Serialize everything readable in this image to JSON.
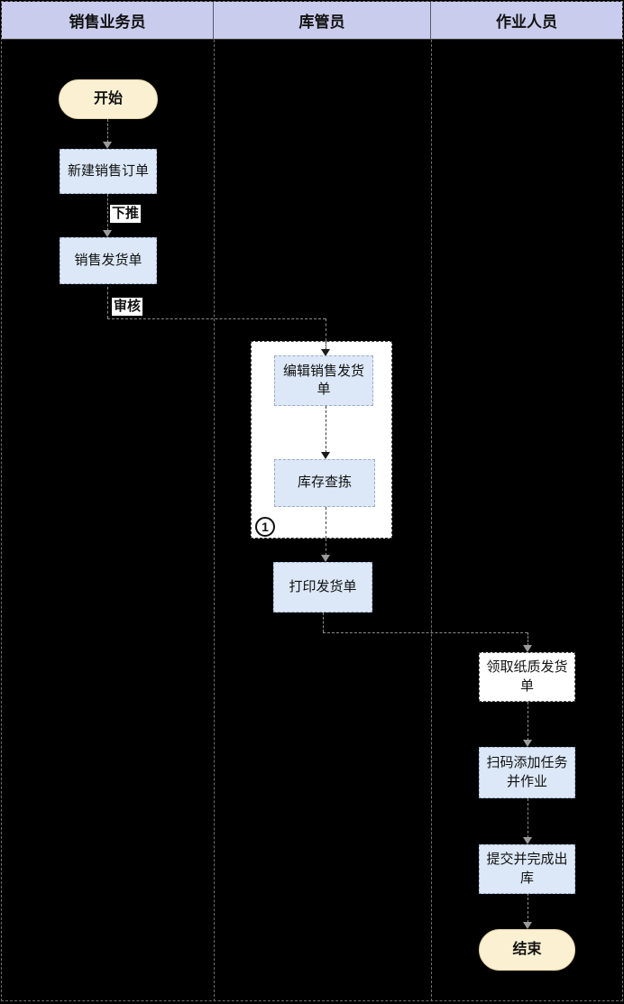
{
  "diagram": {
    "type": "swimlane-flowchart",
    "lanes": [
      {
        "title": "销售业务员"
      },
      {
        "title": "库管员"
      },
      {
        "title": "作业人员"
      }
    ],
    "nodes": {
      "start": "开始",
      "create_order": "新建销售订单",
      "sales_delivery_note": "销售发货单",
      "edit_delivery_note": "编辑销售发货单",
      "inventory_pick": "库存查拣",
      "print_delivery_note": "打印发货单",
      "receive_paper_note": "领取纸质发货单",
      "scan_add_task": "扫码添加任务并作业",
      "submit_complete_outbound": "提交并完成出库",
      "end": "结束"
    },
    "edges": [
      {
        "from": "start",
        "to": "create_order",
        "label": ""
      },
      {
        "from": "create_order",
        "to": "sales_delivery_note",
        "label": "下推"
      },
      {
        "from": "sales_delivery_note",
        "to": "edit_delivery_note",
        "label": "审核"
      },
      {
        "from": "edit_delivery_note",
        "to": "inventory_pick",
        "label": ""
      },
      {
        "from": "inventory_pick",
        "to": "print_delivery_note",
        "label": ""
      },
      {
        "from": "print_delivery_note",
        "to": "receive_paper_note",
        "label": ""
      },
      {
        "from": "receive_paper_note",
        "to": "scan_add_task",
        "label": ""
      },
      {
        "from": "scan_add_task",
        "to": "submit_complete_outbound",
        "label": ""
      },
      {
        "from": "submit_complete_outbound",
        "to": "end",
        "label": ""
      }
    ],
    "annotation": {
      "circled_number": "1"
    },
    "colors": {
      "lane_header_fill": "#c9cced",
      "process_fill": "#dce8f8",
      "terminator_fill": "#fbf1d2",
      "container_fill": "#ffffff",
      "background": "#000000"
    }
  }
}
